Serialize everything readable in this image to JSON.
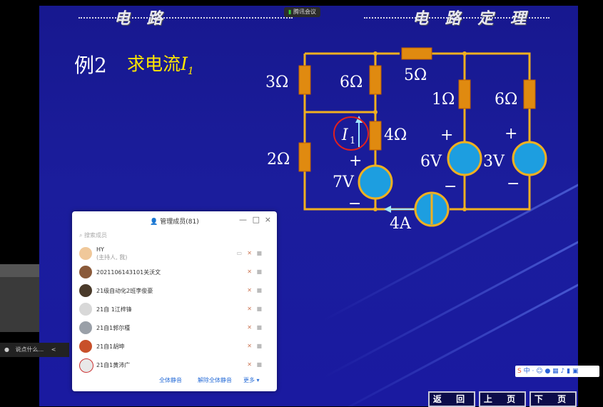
{
  "header": {
    "left_title": "电 路",
    "right_title": "电 路 定 理"
  },
  "meeting_badge": "腾讯会议",
  "slide": {
    "example_label": "例2",
    "task_text": "求电流",
    "task_var": "I",
    "task_sub": "1"
  },
  "circuit": {
    "resistors": {
      "r3": "3Ω",
      "r6a": "6Ω",
      "r5": "5Ω",
      "r1": "1Ω",
      "r6b": "6Ω",
      "r2": "2Ω",
      "r4": "4Ω"
    },
    "sources": {
      "v7": "7V",
      "v6": "6V",
      "v3": "3V",
      "i4": "4A"
    },
    "plus": "+",
    "minus": "−",
    "current_var": "I",
    "current_sub": "1"
  },
  "member_panel": {
    "title": "管理成员(81)",
    "search_placeholder": "搜索成员",
    "minimize": "—",
    "maximize": "□",
    "close": "×",
    "members": [
      {
        "name": "HY",
        "note": "(主持人, 我)"
      },
      {
        "name": "2021106143101关沃文"
      },
      {
        "name": "21级自动化2班李俊豪"
      },
      {
        "name": "21自 1江梓锋"
      },
      {
        "name": "21自1郭尔槿"
      },
      {
        "name": "21自1胡坤"
      },
      {
        "name": "21自1黄沛广"
      }
    ],
    "mute_all": "全体静音",
    "unmute_all": "解除全体静音",
    "more": "更多"
  },
  "left_chat": {
    "placeholder": "说点什么...",
    "collapse": "<"
  },
  "nav": {
    "back": "返 回",
    "prev": "上 页",
    "next": "下 页"
  },
  "ime": {
    "label": "中"
  },
  "colors": {
    "slide_bg": "#1a1aa0",
    "wire": "#f0b020",
    "source": "#1d9ee0",
    "resistor": "#e08a10",
    "yellow": "#ffe600"
  }
}
